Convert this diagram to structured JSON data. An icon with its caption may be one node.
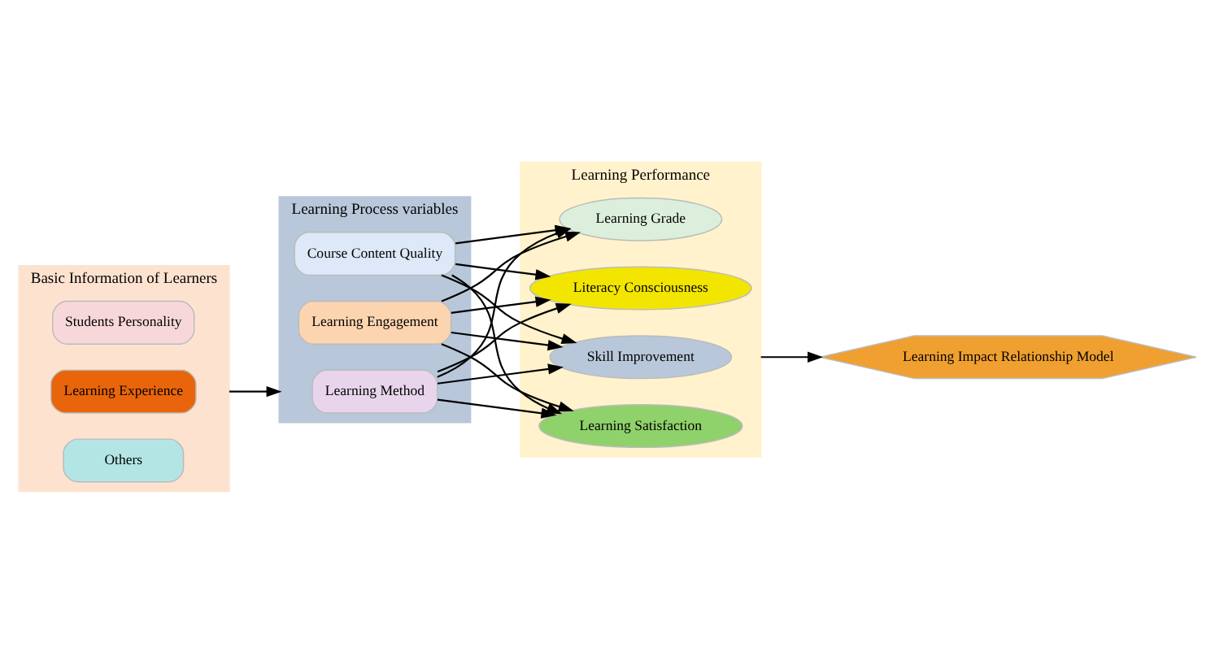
{
  "diagram": {
    "nodes": [
      {
        "text": [
          "Basic Information of Learners"
        ]
      },
      {
        "text": [
          "Students Personality"
        ],
        "in": 0
      },
      {
        "text": [
          "Learning Experience"
        ],
        "in": 0
      },
      {
        "text": [
          "Others"
        ],
        "in": 0
      },
      {
        "text": [
          "Learning Process variables"
        ]
      },
      {
        "text": [
          "Learning Engagement"
        ],
        "in": 4
      },
      {
        "text": [
          "Learning Method"
        ],
        "in": 4
      },
      {
        "text": [
          "Course Content Quality"
        ],
        "in": 4
      },
      {
        "text": [
          "Learning Performance"
        ]
      },
      {
        "text": [
          "Learning Grade"
        ],
        "in": 8
      },
      {
        "text": [
          "Literacy Consciousness"
        ],
        "in": 8
      },
      {
        "text": [
          "Skill Improvement"
        ],
        "in": 8
      },
      {
        "text": [
          "Learning Satisfaction"
        ],
        "in": 8
      },
      {
        "text": [
          "Learning Impact Relationship Model"
        ]
      }
    ],
    "edges": [
      {
        "from": 0,
        "to": 4,
        "arrow": "to"
      },
      {
        "from": 5,
        "to": 9,
        "arrow": "to"
      },
      {
        "from": 5,
        "to": 10,
        "arrow": "to"
      },
      {
        "from": 5,
        "to": 11,
        "arrow": "to"
      },
      {
        "from": 5,
        "to": 12,
        "arrow": "to"
      },
      {
        "from": 6,
        "to": 9,
        "arrow": "to"
      },
      {
        "from": 6,
        "to": 10,
        "arrow": "to"
      },
      {
        "from": 6,
        "to": 11,
        "arrow": "to"
      },
      {
        "from": 6,
        "to": 12,
        "arrow": "to"
      },
      {
        "from": 7,
        "to": 9,
        "arrow": "to"
      },
      {
        "from": 7,
        "to": 10,
        "arrow": "to"
      },
      {
        "from": 7,
        "to": 11,
        "arrow": "to"
      },
      {
        "from": 7,
        "to": 12,
        "arrow": "to"
      },
      {
        "from": 8,
        "to": 13,
        "arrow": "to"
      }
    ]
  }
}
